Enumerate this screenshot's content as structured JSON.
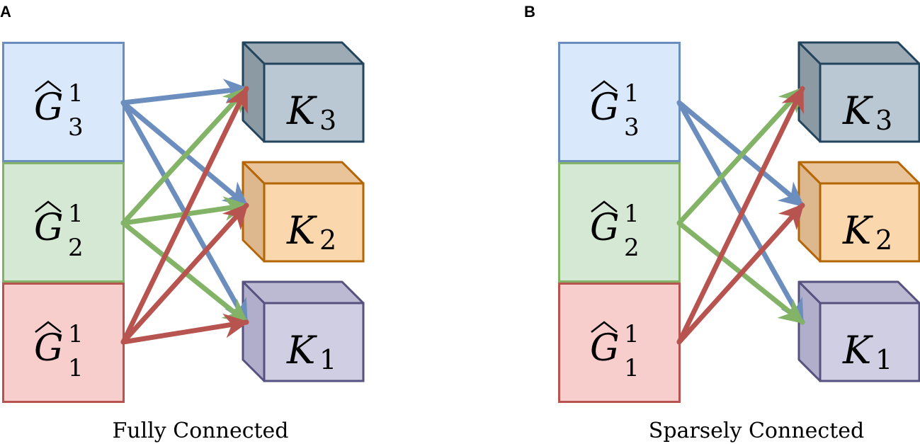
{
  "panels": [
    {
      "id": "A",
      "label": "A",
      "caption": "Fully Connected",
      "inputs": [
        {
          "base": "G",
          "sup": "1",
          "sub": "3",
          "color": "blue"
        },
        {
          "base": "G",
          "sup": "1",
          "sub": "2",
          "color": "green"
        },
        {
          "base": "G",
          "sup": "1",
          "sub": "1",
          "color": "red"
        }
      ],
      "outputs": [
        {
          "base": "K",
          "sub": "3",
          "color": "slate"
        },
        {
          "base": "K",
          "sub": "2",
          "color": "orange"
        },
        {
          "base": "K",
          "sub": "1",
          "color": "purple"
        }
      ],
      "connections": [
        {
          "from": 0,
          "to": 0
        },
        {
          "from": 0,
          "to": 1
        },
        {
          "from": 0,
          "to": 2
        },
        {
          "from": 1,
          "to": 0
        },
        {
          "from": 1,
          "to": 1
        },
        {
          "from": 1,
          "to": 2
        },
        {
          "from": 2,
          "to": 0
        },
        {
          "from": 2,
          "to": 1
        },
        {
          "from": 2,
          "to": 2
        }
      ]
    },
    {
      "id": "B",
      "label": "B",
      "caption": "Sparsely Connected",
      "inputs": [
        {
          "base": "G",
          "sup": "1",
          "sub": "3",
          "color": "blue"
        },
        {
          "base": "G",
          "sup": "1",
          "sub": "2",
          "color": "green"
        },
        {
          "base": "G",
          "sup": "1",
          "sub": "1",
          "color": "red"
        }
      ],
      "outputs": [
        {
          "base": "K",
          "sub": "3",
          "color": "slate"
        },
        {
          "base": "K",
          "sub": "2",
          "color": "orange"
        },
        {
          "base": "K",
          "sub": "1",
          "color": "purple"
        }
      ],
      "connections": [
        {
          "from": 0,
          "to": 1
        },
        {
          "from": 0,
          "to": 2
        },
        {
          "from": 1,
          "to": 0
        },
        {
          "from": 1,
          "to": 2
        },
        {
          "from": 2,
          "to": 0
        },
        {
          "from": 2,
          "to": 1
        }
      ]
    }
  ],
  "colors": {
    "blue": {
      "fill": "#dae8fc",
      "stroke": "#6c8ebf",
      "arrow": "#6c8ebf"
    },
    "green": {
      "fill": "#d5e8d4",
      "stroke": "#82b366",
      "arrow": "#82b366"
    },
    "red": {
      "fill": "#f8cecc",
      "stroke": "#b85450",
      "arrow": "#b85450"
    },
    "slate": {
      "front": "#bac8d3",
      "top": "#9eabb4",
      "side": "#8c9aa4",
      "stroke": "#23445d"
    },
    "orange": {
      "front": "#fad7ac",
      "top": "#e9c49a",
      "side": "#ddb78e",
      "stroke": "#b46504"
    },
    "purple": {
      "front": "#d0cee2",
      "top": "#bcb9d3",
      "side": "#b1aecb",
      "stroke": "#56517e"
    }
  }
}
